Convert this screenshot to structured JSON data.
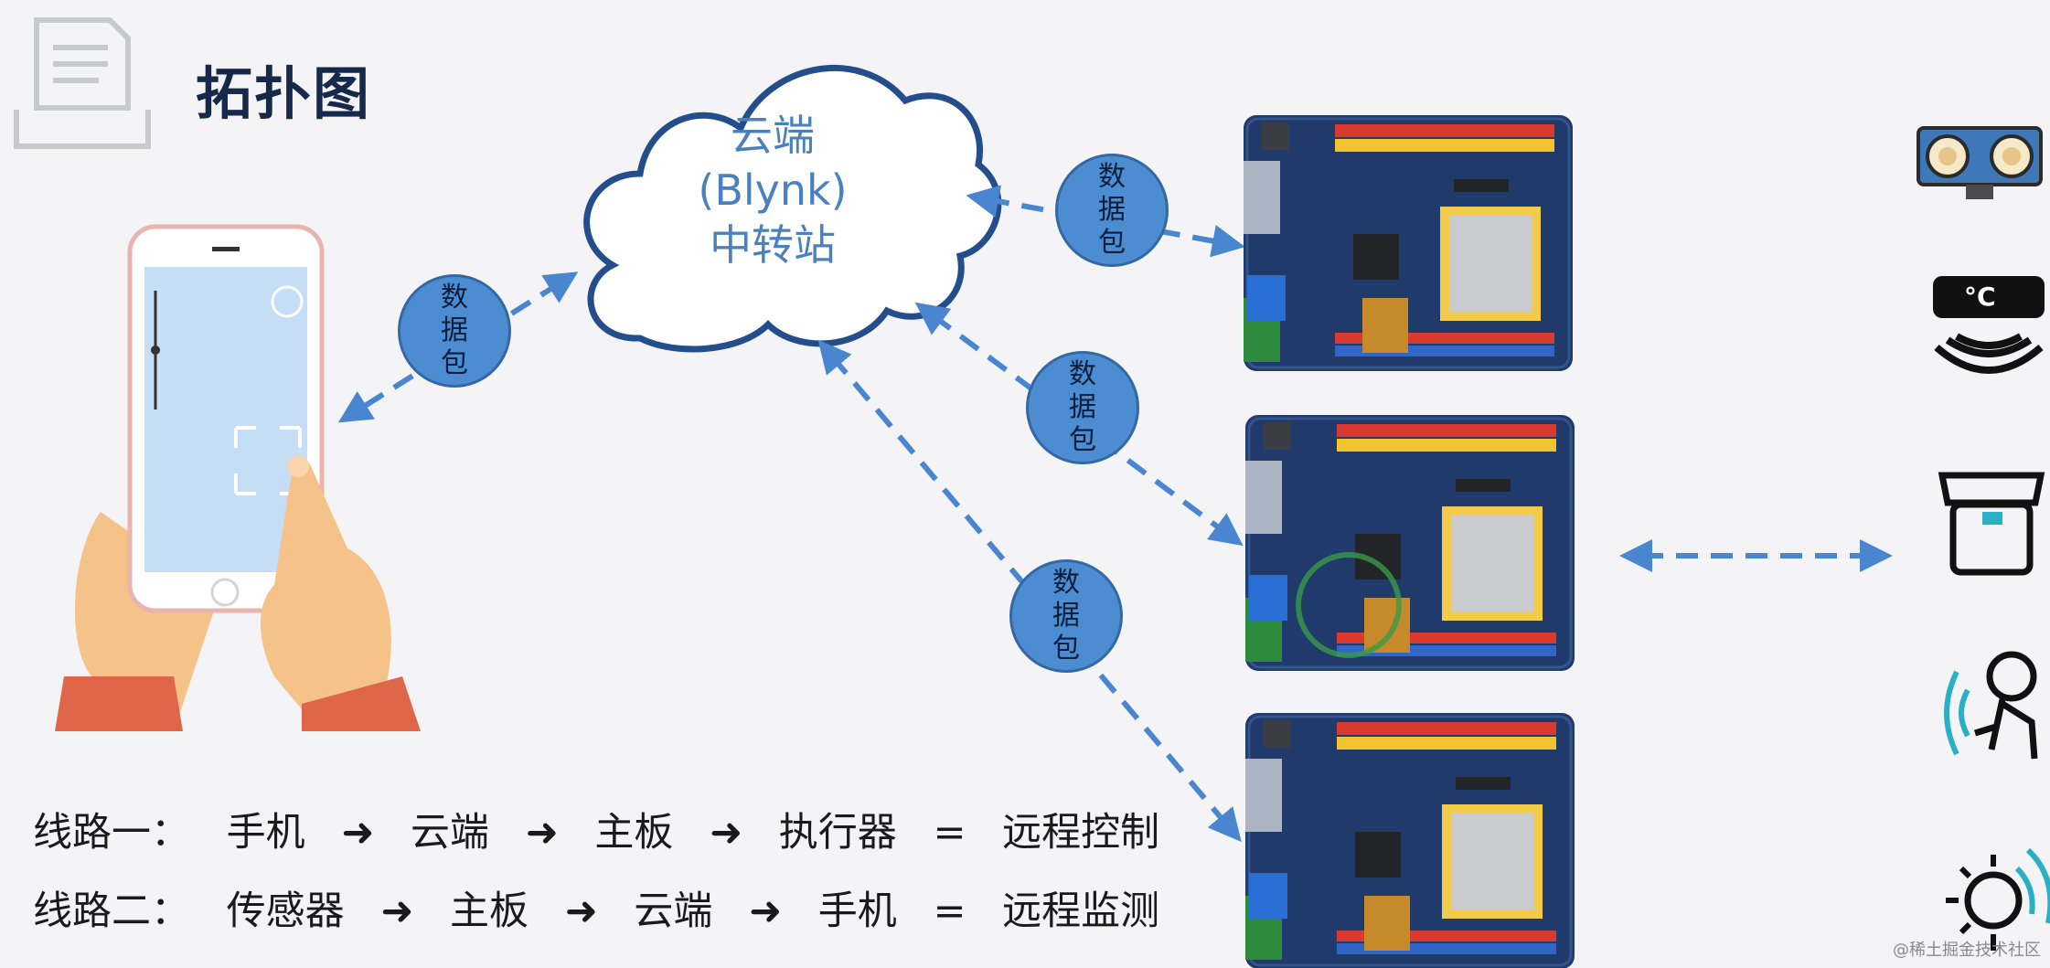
{
  "title": "拓扑图",
  "cloud": {
    "line1": "云端",
    "line2": "(Blynk)",
    "line3": "中转站"
  },
  "packet_label": {
    "c1": "数",
    "c2": "据",
    "c3": "包"
  },
  "routes": [
    {
      "label": "线路一：",
      "steps": [
        "手机",
        "云端",
        "主板",
        "执行器"
      ],
      "equals": "=",
      "result": "远程控制"
    },
    {
      "label": "线路二：",
      "steps": [
        "传感器",
        "主板",
        "云端",
        "手机"
      ],
      "equals": "=",
      "result": "远程监测"
    }
  ],
  "arrow_glyph": "➜",
  "temp_label": "°C",
  "watermark": "@稀土掘金技术社区",
  "colors": {
    "accent": "#4a86cf",
    "bubble": "#4c8cd0",
    "board": "#1f3a6b",
    "title": "#17294b",
    "sensor_teal": "#2ab0c4"
  }
}
